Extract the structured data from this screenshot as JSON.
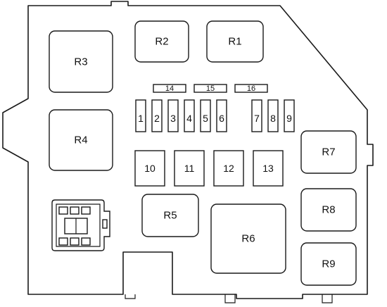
{
  "relays": {
    "r1": "R1",
    "r2": "R2",
    "r3": "R3",
    "r4": "R4",
    "r5": "R5",
    "r6": "R6",
    "r7": "R7",
    "r8": "R8",
    "r9": "R9"
  },
  "fuses": {
    "f1": "1",
    "f2": "2",
    "f3": "3",
    "f4": "4",
    "f5": "5",
    "f6": "6",
    "f7": "7",
    "f8": "8",
    "f9": "9",
    "f10": "10",
    "f11": "11",
    "f12": "12",
    "f13": "13",
    "f14": "14",
    "f15": "15",
    "f16": "16"
  }
}
